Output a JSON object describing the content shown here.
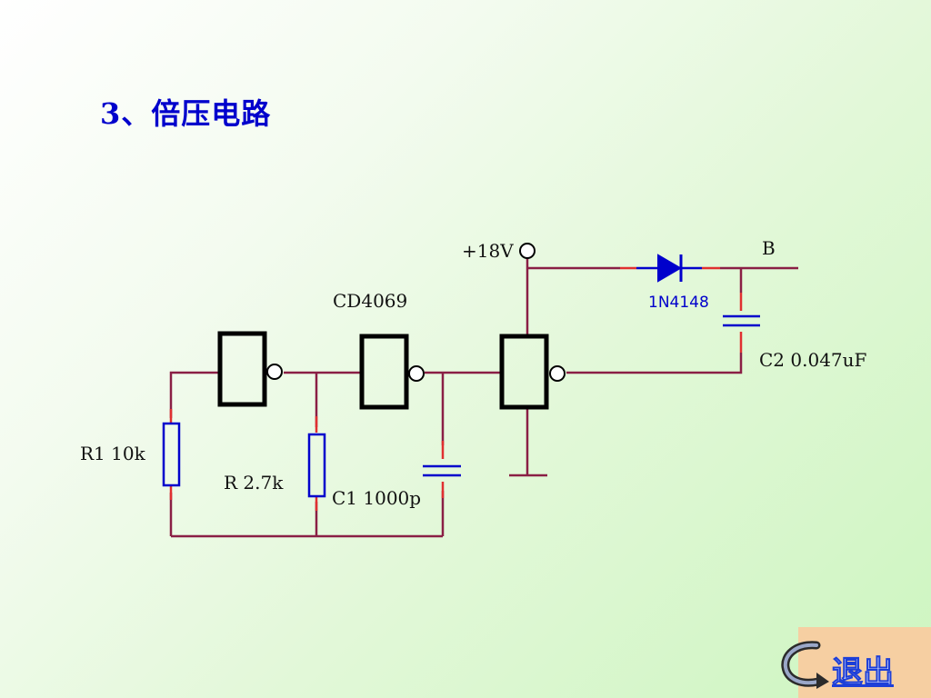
{
  "title": "3、倍压电路",
  "circuit": {
    "ic_label": "CD4069",
    "supply_label": "+18V",
    "output_label": "B",
    "diode_label": "1N4148",
    "r1_label": "R1 10k",
    "r_label": "R 2.7k",
    "c1_label": "C1 1000p",
    "c2_label": "C2 0.047uF"
  },
  "nav": {
    "exit_label": "退出"
  },
  "colors": {
    "title": "#0000cc",
    "wire": "#8a1f45",
    "component": "#0000cc",
    "exit_panel": "#f6cfa2"
  }
}
